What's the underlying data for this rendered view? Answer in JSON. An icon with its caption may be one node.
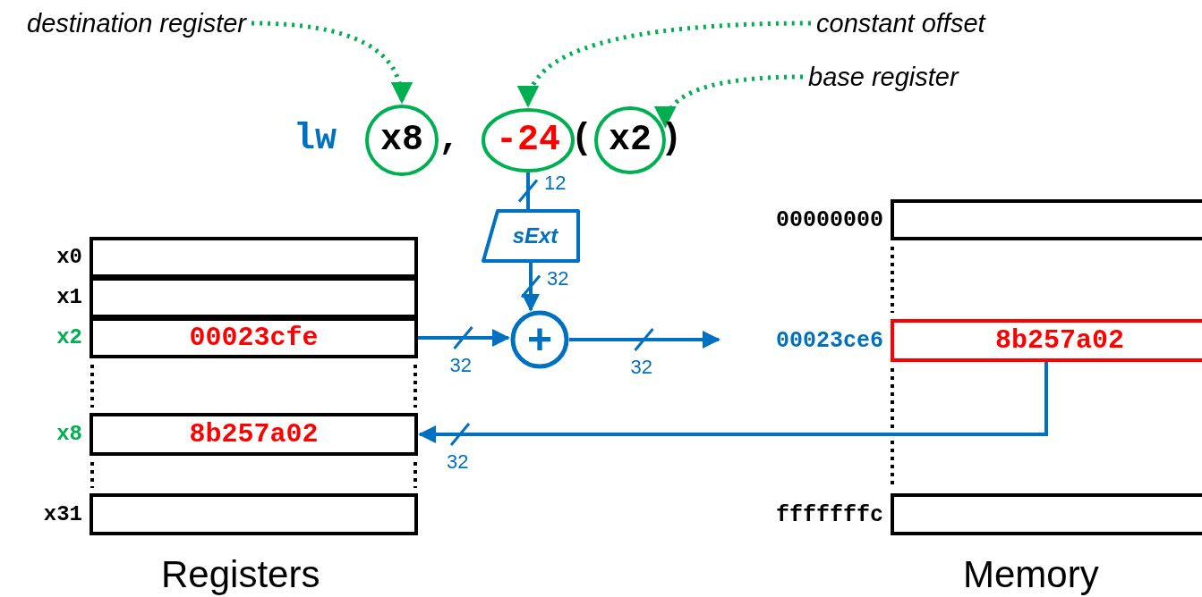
{
  "diagram": {
    "nodes": [
      {
        "text": [
          "destination register"
        ]
      },
      {
        "text": [
          "constant offset"
        ]
      },
      {
        "text": [
          "base register"
        ]
      },
      {
        "text": [
          "x8"
        ]
      },
      {
        "text": [
          "-24"
        ]
      },
      {
        "text": [
          "x2"
        ]
      },
      {
        "text": [
          "sExt"
        ]
      },
      {
        "text": [
          "+"
        ]
      },
      {
        "text": [],
        "shape": "box",
        "beside": [
          "00000000"
        ]
      },
      {
        "text": [],
        "shape": "box",
        "beside": [
          "x0"
        ]
      },
      {
        "text": [],
        "shape": "box",
        "beside": [
          "x1"
        ]
      },
      {
        "text": [
          "00023cfe"
        ],
        "beside": [
          "x2"
        ]
      },
      {
        "text": [
          "8b257a02"
        ],
        "beside": [
          "00023ce6"
        ]
      },
      {
        "text": [
          "8b257a02"
        ],
        "beside": [
          "x8"
        ]
      },
      {
        "text": [],
        "shape": "box",
        "beside": [
          "x31"
        ]
      },
      {
        "text": [],
        "shape": "box",
        "beside": [
          "fffffffc"
        ]
      }
    ],
    "edges": [
      {
        "from": 0,
        "to": 3,
        "arrow": "to",
        "style": "dashed",
        "color": "#00b050"
      },
      {
        "from": 1,
        "to": 4,
        "arrow": "to",
        "style": "dashed",
        "color": "#00b050"
      },
      {
        "from": 2,
        "to": 5,
        "arrow": "to",
        "style": "dashed",
        "color": "#00b050"
      },
      {
        "from": 4,
        "to": 6,
        "arrow": "none",
        "label": "12"
      },
      {
        "from": 6,
        "to": 7,
        "arrow": "to",
        "label": "32"
      },
      {
        "from": 11,
        "to": 7,
        "arrow": "to",
        "label": "32"
      },
      {
        "from": 7,
        "to": 12,
        "arrow": "to",
        "label": "32"
      },
      {
        "from": 12,
        "to": 13,
        "arrow": "to",
        "label": "32"
      }
    ],
    "labels": [
      "lw",
      ",",
      "(",
      ")",
      "Registers",
      "Memory"
    ]
  }
}
